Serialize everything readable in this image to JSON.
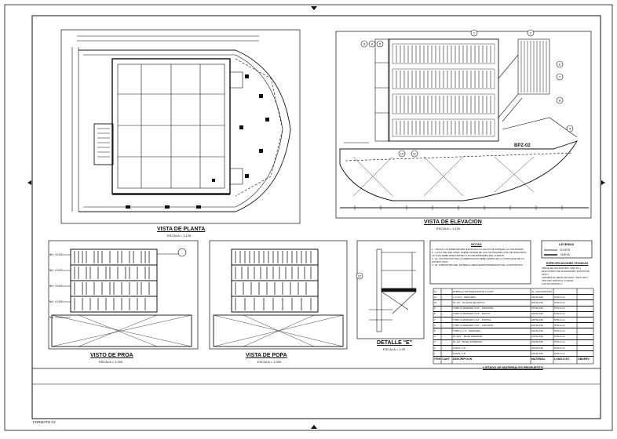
{
  "sheet": {
    "format_label": "FORMATO A2"
  },
  "views": {
    "plan": {
      "title": "VISTA DE PLANTA",
      "scale": "ESCALA = 1:125"
    },
    "elevation": {
      "title": "VISTA DE ELEVACION",
      "scale": "ESCALA = 1:125",
      "tag": "BPZ-02"
    },
    "bow": {
      "title": "VISTO DE PROA",
      "scale": "ESCALA = 1:200"
    },
    "stern": {
      "title": "VISTA DE POPA",
      "scale": "ESCALA = 1:200"
    },
    "detail": {
      "title": "DETALLE \"E\"",
      "scale": "ESCALA = 1:25"
    }
  },
  "notes": {
    "title": "NOTAS",
    "items": [
      "1.- TODAS LAS DIMENSIONES ESTAN EN mm SALVO SE INDIQUE LO CONTRARIO.",
      "2.- LA ALTURA DEL NIVEL PUEDE VARIAR DE LAS CANTIDADES QUE SE MUESTRAN, LA CUAL DEBE ADECUARSE A LAS NECESIDADES DEL CLIENTE.",
      "3.- EL CONTRATISTA DE LA FABRICACION DEBE VERIFICAR LA CAPACIDAD DE LA ESTRUCTURA.",
      "4.- EL SUMINISTRO DEL MATERIAL SERA RESPONSABILIDAD DEL CONTRATISTA."
    ]
  },
  "legend": {
    "title": "LEYENDA",
    "items": [
      "EXISTE",
      "NUEVA"
    ]
  },
  "specs": {
    "title": "ESPECIFICACIONES TECNICAS",
    "items": [
      "INDICE DE SOLDADURA: AWS D1.1",
      "ELECTRODO DE SOLDADURA: E7018 POR ARCO",
      "LIMPIEZA AL METAL BLANCO: SSPC-SP-5",
      "PINTURA EPOXICA 2 CAPAS",
      "COLOR AMARILLO"
    ]
  },
  "materials": {
    "title": "LISTADO DE MATERIALES PROPUESTO",
    "headers": [
      "ITEM",
      "CANT.",
      "DESCRIPCION",
      "MATERIAL",
      "LONG./CNT.",
      "OBSERV."
    ],
    "rows": [
      [
        "12",
        "-",
        "PARRILLA ANTIDESLIZANTE 1\"x3/16\"",
        "AL. GALVANIZADO",
        "",
        ""
      ],
      [
        "11",
        "-",
        "L 2\"x1/4\" - BARANDA",
        "ASTM-A36",
        "STD-6 c/u",
        ""
      ],
      [
        "10",
        "-",
        "PL 1/4\" - PLACAS DE APOYO",
        "ASTM-A36",
        "STD-6 c/u",
        ""
      ],
      [
        "9",
        "-",
        "TUBO CUADRADO 4\"x4\" - SOPORTE",
        "ASTM-A36",
        "STD-6 c/u",
        ""
      ],
      [
        "8",
        "-",
        "TUBO CUADRADO 3\"x3\" - APOYO",
        "ASTM-A36",
        "STD-6 c/u",
        ""
      ],
      [
        "7",
        "-",
        "TUBO CUADRADO 2\"x2\" - PUNTAL",
        "ASTM-A36",
        "STD-6 c/u",
        ""
      ],
      [
        "6",
        "-",
        "TUBO CUADRADO 2\"x2\" - CRUCETA",
        "ASTM-A36",
        "STD-6 c/u",
        ""
      ],
      [
        "5",
        "-",
        "TUBO 4\" x 2\" - BARANDA",
        "ASTM-A36",
        "STD-6 c/u",
        ""
      ],
      [
        "4",
        "-",
        "PL 3/16\" - BASE INFERIOR",
        "ASTM-A36",
        "STD-6 c/u",
        ""
      ],
      [
        "3",
        "-",
        "PL 1/2\" - BASE SUPERIOR",
        "ASTM-A36",
        "STD-6 c/u",
        ""
      ],
      [
        "2",
        "-",
        "CANAL U 6\"",
        "ASTM-A36",
        "STD-6 c/u",
        ""
      ],
      [
        "1",
        "-",
        "CANAL U 8\"",
        "ASTM-A36",
        "STD-6 c/u",
        ""
      ]
    ]
  },
  "callouts": [
    "1",
    "2",
    "3",
    "4",
    "5",
    "6",
    "7",
    "8",
    "9",
    "10",
    "11",
    "12"
  ],
  "level_labels": [
    "NIV. +4.000",
    "NIV. +3.000",
    "NIV. +2.000",
    "NIV. +1.000",
    "NIV. +0.000"
  ],
  "colors": {
    "line": "#111111",
    "paper": "#ffffff",
    "hatch": "#333333"
  }
}
